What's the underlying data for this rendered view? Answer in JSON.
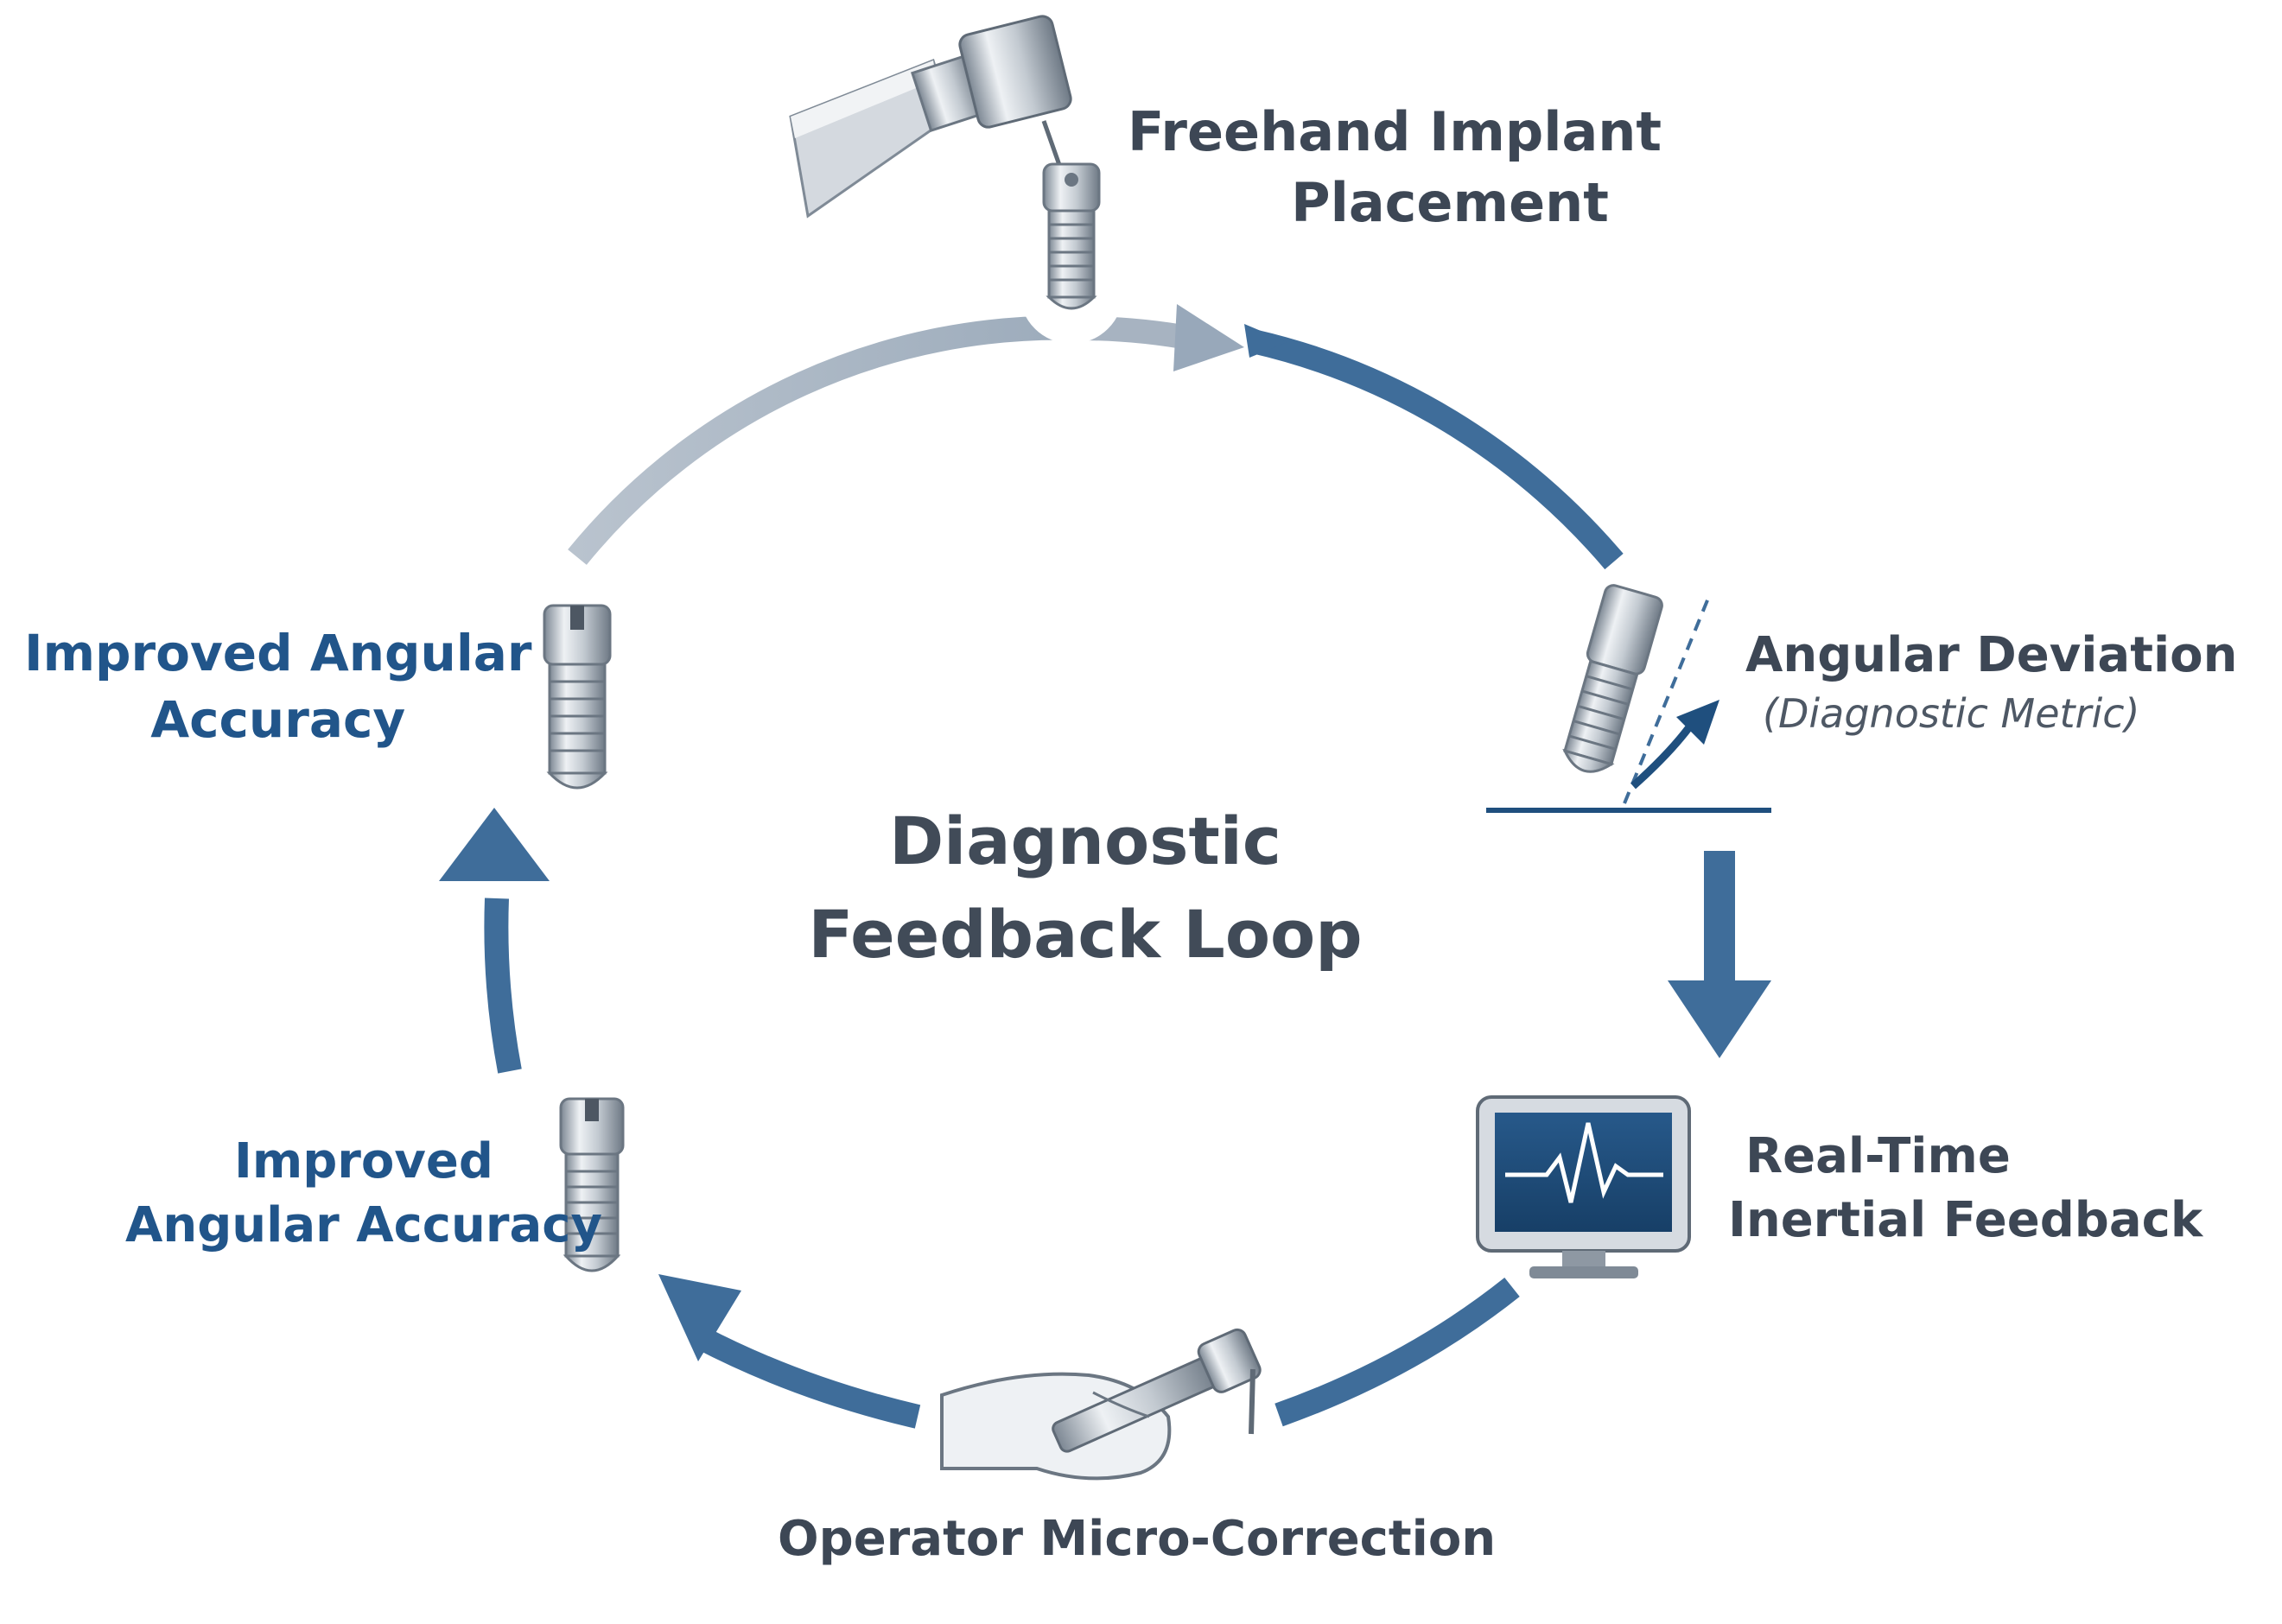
{
  "center": {
    "line1": "Diagnostic",
    "line2": "Feedback Loop"
  },
  "stages": {
    "freehand": {
      "line1": "Freehand Implant",
      "line2": "Placement"
    },
    "deviation": {
      "line1": "Angular Deviation",
      "line2": "(Diagnostic Metric)"
    },
    "feedback": {
      "line1": "Real-Time",
      "line2": "Inertial Feedback"
    },
    "correction": {
      "line1": "Operator Micro-Correction"
    },
    "accuracy_lower": {
      "line1": "Improved",
      "line2": "Angular Accuracy"
    },
    "accuracy_upper": {
      "line1": "Improved Angular",
      "line2": "Accuracy"
    }
  },
  "colors": {
    "arrow_blue": "#3f6d9a",
    "arrow_grey": "#a7b3c1",
    "label_blue": "#21558a",
    "label_dark": "#3d4755",
    "monitor_screen": "#1f4f7e"
  },
  "icons": [
    "handpiece-icon",
    "implant-icon",
    "monitor-icon",
    "gloved-hand-icon"
  ]
}
